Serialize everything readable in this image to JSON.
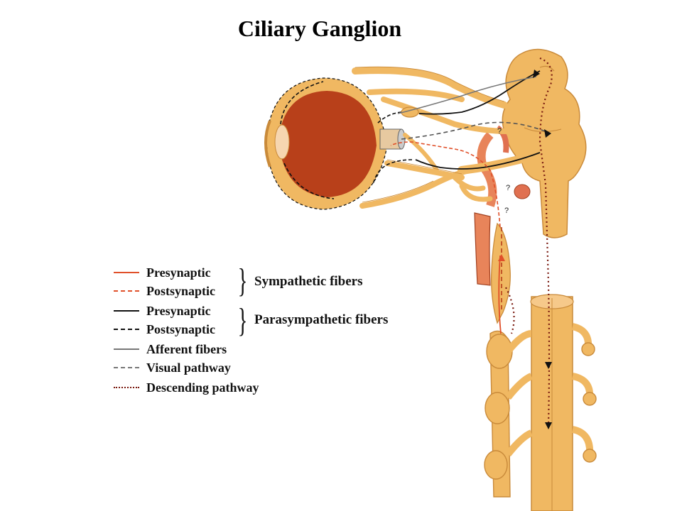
{
  "title": "Ciliary Ganglion",
  "colors": {
    "tissue": "#f0b862",
    "tissue_dark": "#c98a3a",
    "eye_inner": "#b8401a",
    "sympathetic": "#e0502a",
    "black": "#111111",
    "grey": "#777777",
    "descending": "#7a1a10"
  },
  "legend": {
    "rows": [
      {
        "label": "Presynaptic",
        "style": "sympathetic-solid"
      },
      {
        "label": "Postsynaptic",
        "style": "sympathetic-dashed"
      },
      {
        "label": "Presynaptic",
        "style": "parasympathetic-solid"
      },
      {
        "label": "Postsynaptic",
        "style": "parasympathetic-dashed"
      },
      {
        "label": "Afferent fibers",
        "style": "afferent-grey-solid"
      },
      {
        "label": "Visual pathway",
        "style": "visual-grey-dashed"
      },
      {
        "label": "Descending pathway",
        "style": "descending-dotted"
      }
    ],
    "groups": {
      "sympathetic": "Sympathetic fibers",
      "parasympathetic": "Parasympathetic fibers"
    }
  },
  "annotations": {
    "question_mark": "?"
  }
}
